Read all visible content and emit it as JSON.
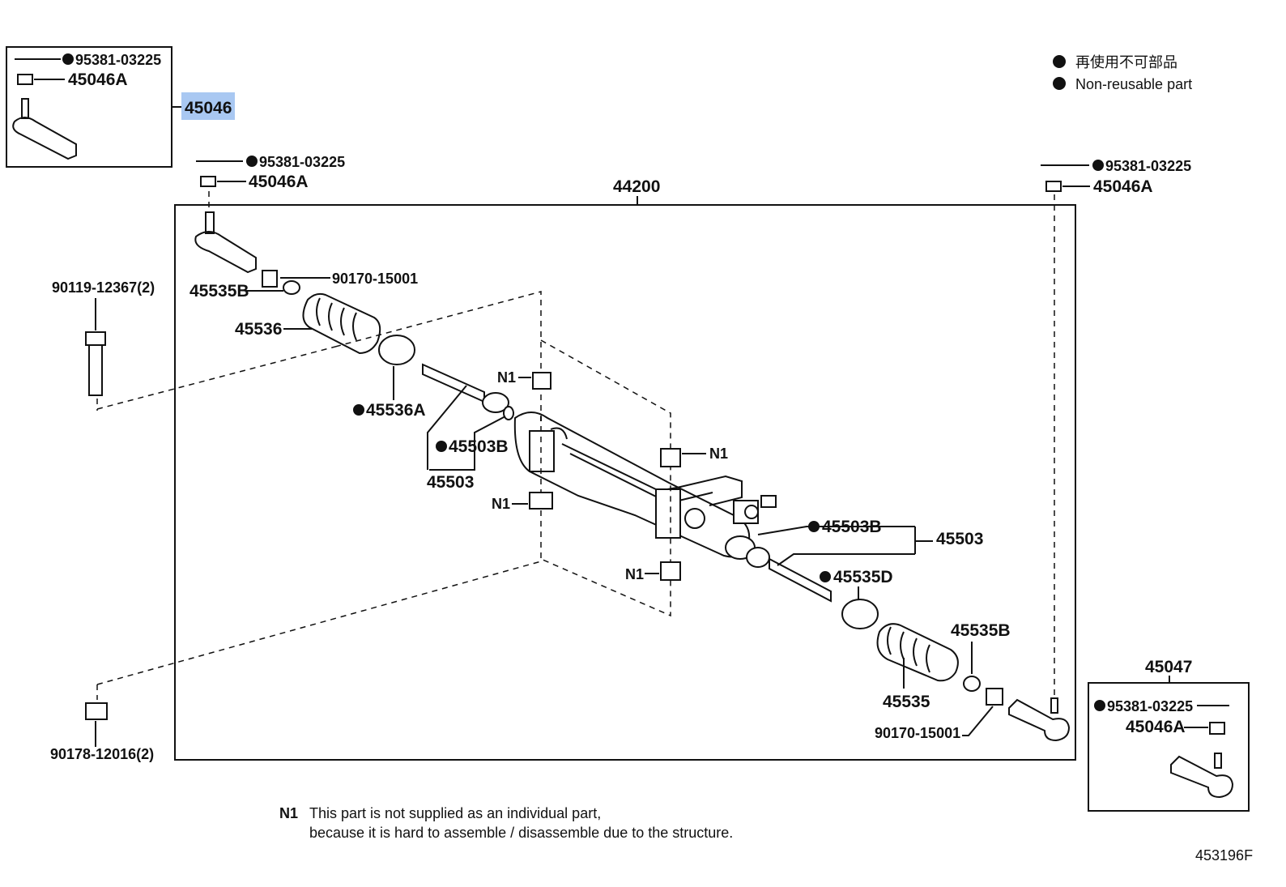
{
  "legend": {
    "jp": "再使用不可部品",
    "en": "Non-reusable part"
  },
  "labels": {
    "tl_pin": "95381-03225",
    "tl_nut": "45046A",
    "tl_end": "45046",
    "l_pin": "95381-03225",
    "l_nut": "45046A",
    "assembly": "44200",
    "r_pin": "95381-03225",
    "r_nut": "45046A",
    "bolt_top": "90119-12367(2)",
    "bolt_bottom": "90178-12016(2)",
    "l_clamp_small": "90170-15001",
    "l_clip": "45535B",
    "l_boot": "45536",
    "l_clamp_big": "45536A",
    "l_rod_part": "45503B",
    "l_rod": "45503",
    "n1_a": "N1",
    "n1_b": "N1",
    "n1_c": "N1",
    "n1_d": "N1",
    "r_rod_part": "45503B",
    "r_rod": "45503",
    "r_clamp_big": "45535D",
    "r_clip": "45535B",
    "r_boot": "45535",
    "r_clamp_small": "90170-15001",
    "br_end": "45047",
    "br_pin": "95381-03225",
    "br_nut": "45046A"
  },
  "note": {
    "marker": "N1",
    "line1": "This part is not supplied as an individual part,",
    "line2": "because it is hard to assemble / disassemble due to the structure."
  },
  "figure_code": "453196F",
  "colors": {
    "highlight": "#a9c8f2",
    "ink": "#111111"
  }
}
